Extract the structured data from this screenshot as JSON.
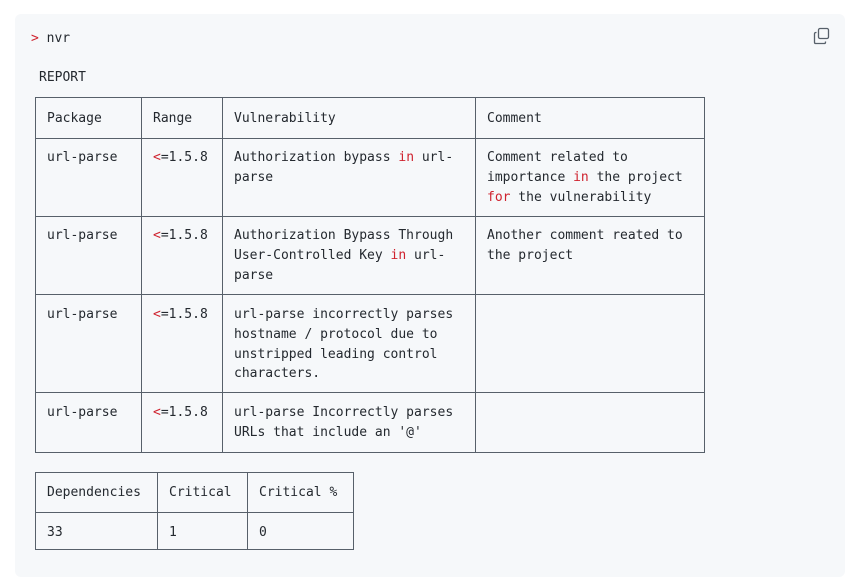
{
  "command": {
    "prompt": ">",
    "text": "nvr"
  },
  "copy_icon": "copy-icon",
  "report_label": "REPORT",
  "vuln_table": {
    "headers": [
      "Package",
      "Range",
      "Vulnerability",
      "Comment"
    ],
    "rows": [
      {
        "package": "url-parse",
        "range": "<=1.5.8",
        "vulnerability": "Authorization bypass in url-parse",
        "comment": "Comment related to importance in the project for the vulnerability"
      },
      {
        "package": "url-parse",
        "range": "<=1.5.8",
        "vulnerability": "Authorization Bypass Through User-Controlled Key in url-parse",
        "comment": "Another comment reated to the project"
      },
      {
        "package": "url-parse",
        "range": "<=1.5.8",
        "vulnerability": "url-parse incorrectly parses hostname / protocol due to unstripped leading control characters.",
        "comment": ""
      },
      {
        "package": "url-parse",
        "range": "<=1.5.8",
        "vulnerability": "url-parse Incorrectly parses URLs that include an '@'",
        "comment": ""
      }
    ]
  },
  "summary_table": {
    "headers": [
      "Dependencies",
      "Critical",
      "Critical %"
    ],
    "values": [
      "33",
      "1",
      "0"
    ]
  },
  "colors": {
    "keyword": "#cf222e",
    "background": "#f6f8fa",
    "border": "#57606a"
  }
}
